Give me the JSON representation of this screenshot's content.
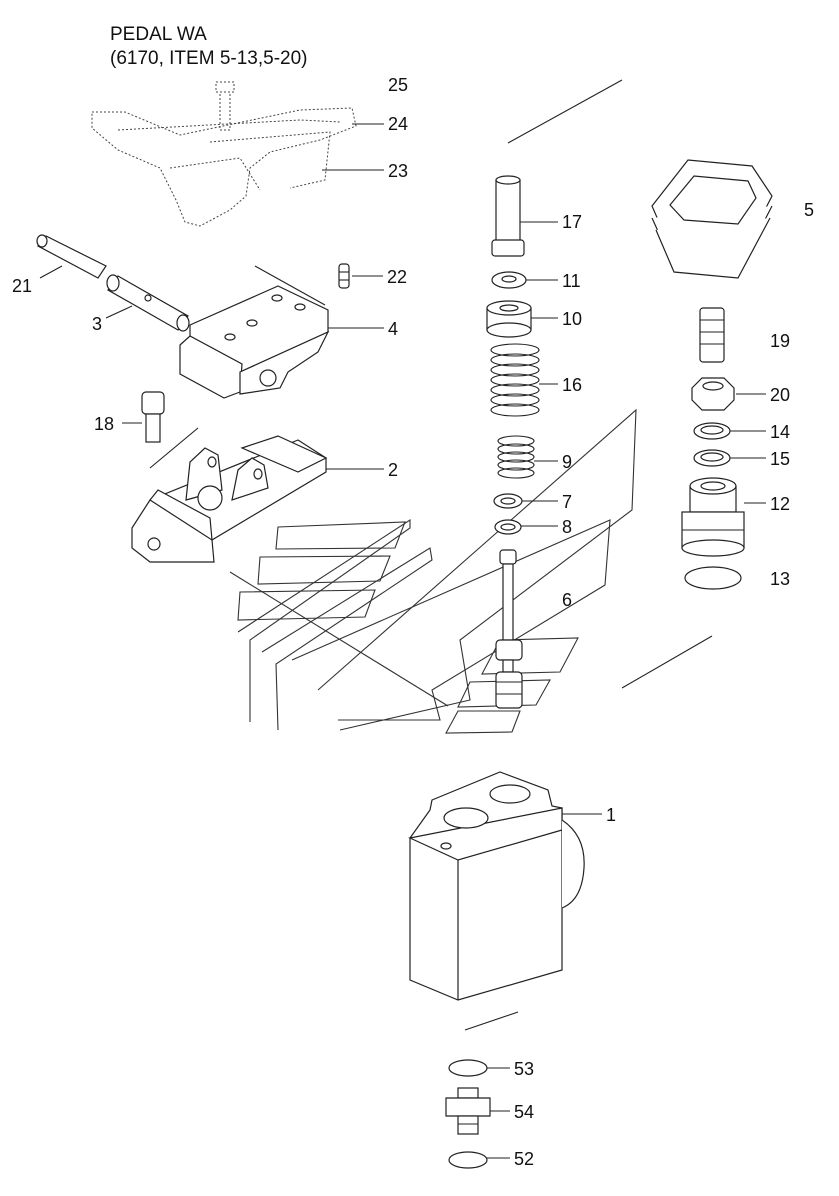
{
  "header": {
    "title_line1": "PEDAL WA",
    "title_line2": "(6170, ITEM 5-13,5-20)"
  },
  "callouts": [
    {
      "id": "c25",
      "label": "25"
    },
    {
      "id": "c24",
      "label": "24"
    },
    {
      "id": "c23",
      "label": "23"
    },
    {
      "id": "c21",
      "label": "21"
    },
    {
      "id": "c22",
      "label": "22"
    },
    {
      "id": "c3",
      "label": "3"
    },
    {
      "id": "c4",
      "label": "4"
    },
    {
      "id": "c18",
      "label": "18"
    },
    {
      "id": "c2",
      "label": "2"
    },
    {
      "id": "c17",
      "label": "17"
    },
    {
      "id": "c11",
      "label": "11"
    },
    {
      "id": "c10",
      "label": "10"
    },
    {
      "id": "c16",
      "label": "16"
    },
    {
      "id": "c9",
      "label": "9"
    },
    {
      "id": "c7",
      "label": "7"
    },
    {
      "id": "c8",
      "label": "8"
    },
    {
      "id": "c6",
      "label": "6"
    },
    {
      "id": "c5",
      "label": "5"
    },
    {
      "id": "c19",
      "label": "19"
    },
    {
      "id": "c20",
      "label": "20"
    },
    {
      "id": "c14",
      "label": "14"
    },
    {
      "id": "c15",
      "label": "15"
    },
    {
      "id": "c12",
      "label": "12"
    },
    {
      "id": "c13",
      "label": "13"
    },
    {
      "id": "c1",
      "label": "1"
    },
    {
      "id": "c53",
      "label": "53"
    },
    {
      "id": "c54",
      "label": "54"
    },
    {
      "id": "c52",
      "label": "52"
    }
  ]
}
